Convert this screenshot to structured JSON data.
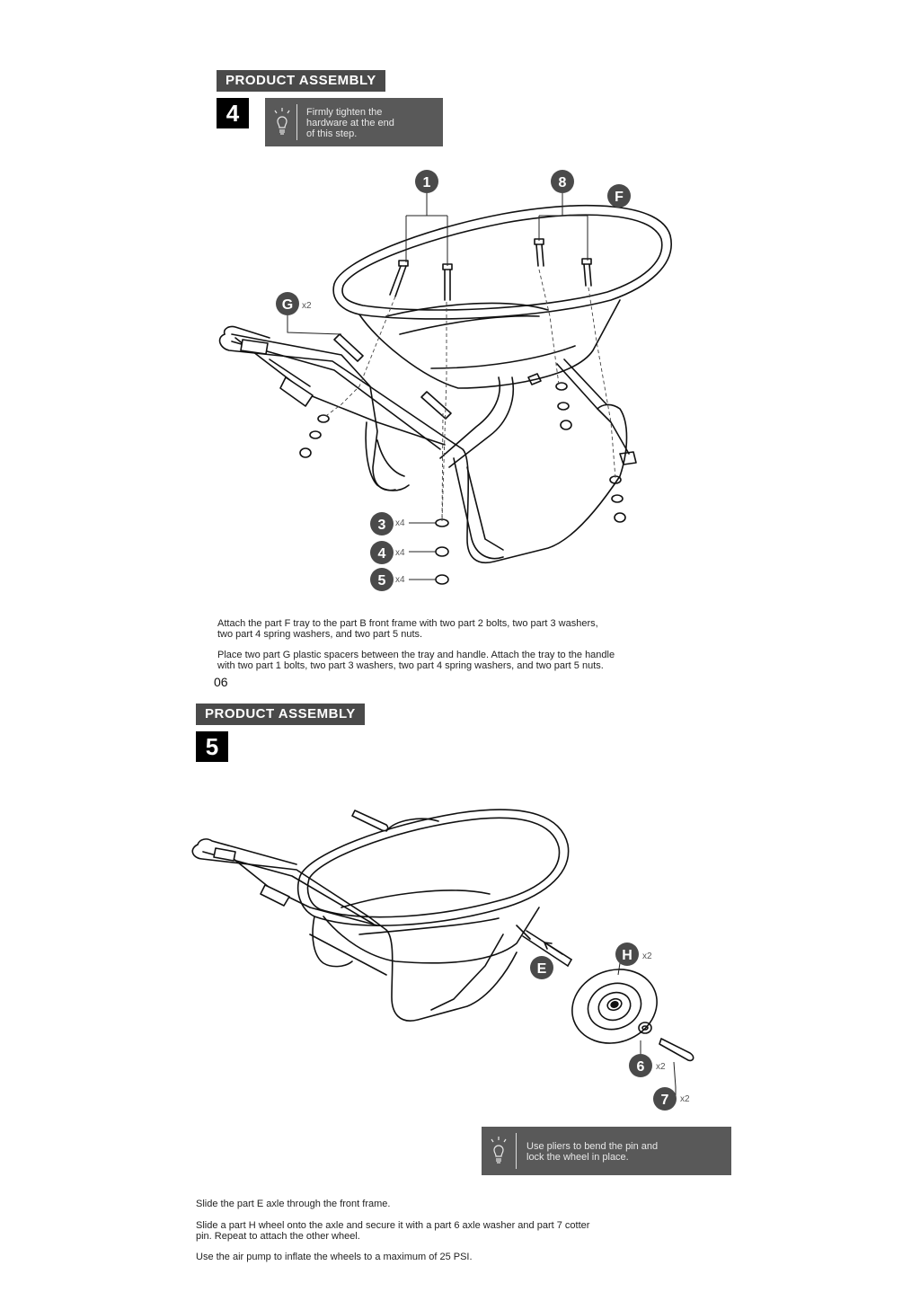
{
  "step4": {
    "header": "PRODUCT ASSEMBLY",
    "number": "4",
    "tip_line1": "Firmly tighten the",
    "tip_line2": "hardware at the end",
    "tip_line3": "of this step.",
    "callouts": {
      "c1": "1",
      "c8": "8",
      "cF": "F",
      "cG": "G",
      "cG_qty": "x2",
      "c3": "3",
      "c3_qty": "x4",
      "c4": "4",
      "c4_qty": "x4",
      "c5": "5",
      "c5_qty": "x4"
    },
    "para1_line1": "Attach the part F tray to the part B front frame with two part 2 bolts, two part 3 washers,",
    "para1_line2": "two part 4 spring washers, and two part 5 nuts.",
    "para2_line1": "Place two part G plastic spacers between the tray and handle. Attach the tray to the handle",
    "para2_line2": "with two part 1 bolts, two part 3 washers, two part 4 spring washers, and two part 5 nuts."
  },
  "page_number": "06",
  "step5": {
    "header": "PRODUCT ASSEMBLY",
    "number": "5",
    "callouts": {
      "cH": "H",
      "cH_qty": "x2",
      "cE": "E",
      "c6": "6",
      "c6_qty": "x2",
      "c7": "7",
      "c7_qty": "x2"
    },
    "tip_line1": "Use pliers to bend the pin and",
    "tip_line2": "lock the wheel in place.",
    "para1": "Slide the part E axle through the front frame.",
    "para2_line1": "Slide a part H wheel onto the axle and secure it with a part 6 axle washer and part 7 cotter",
    "para2_line2": "pin. Repeat to attach the other wheel.",
    "para3": "Use the air pump to inflate the wheels to a maximum of 25 PSI."
  }
}
